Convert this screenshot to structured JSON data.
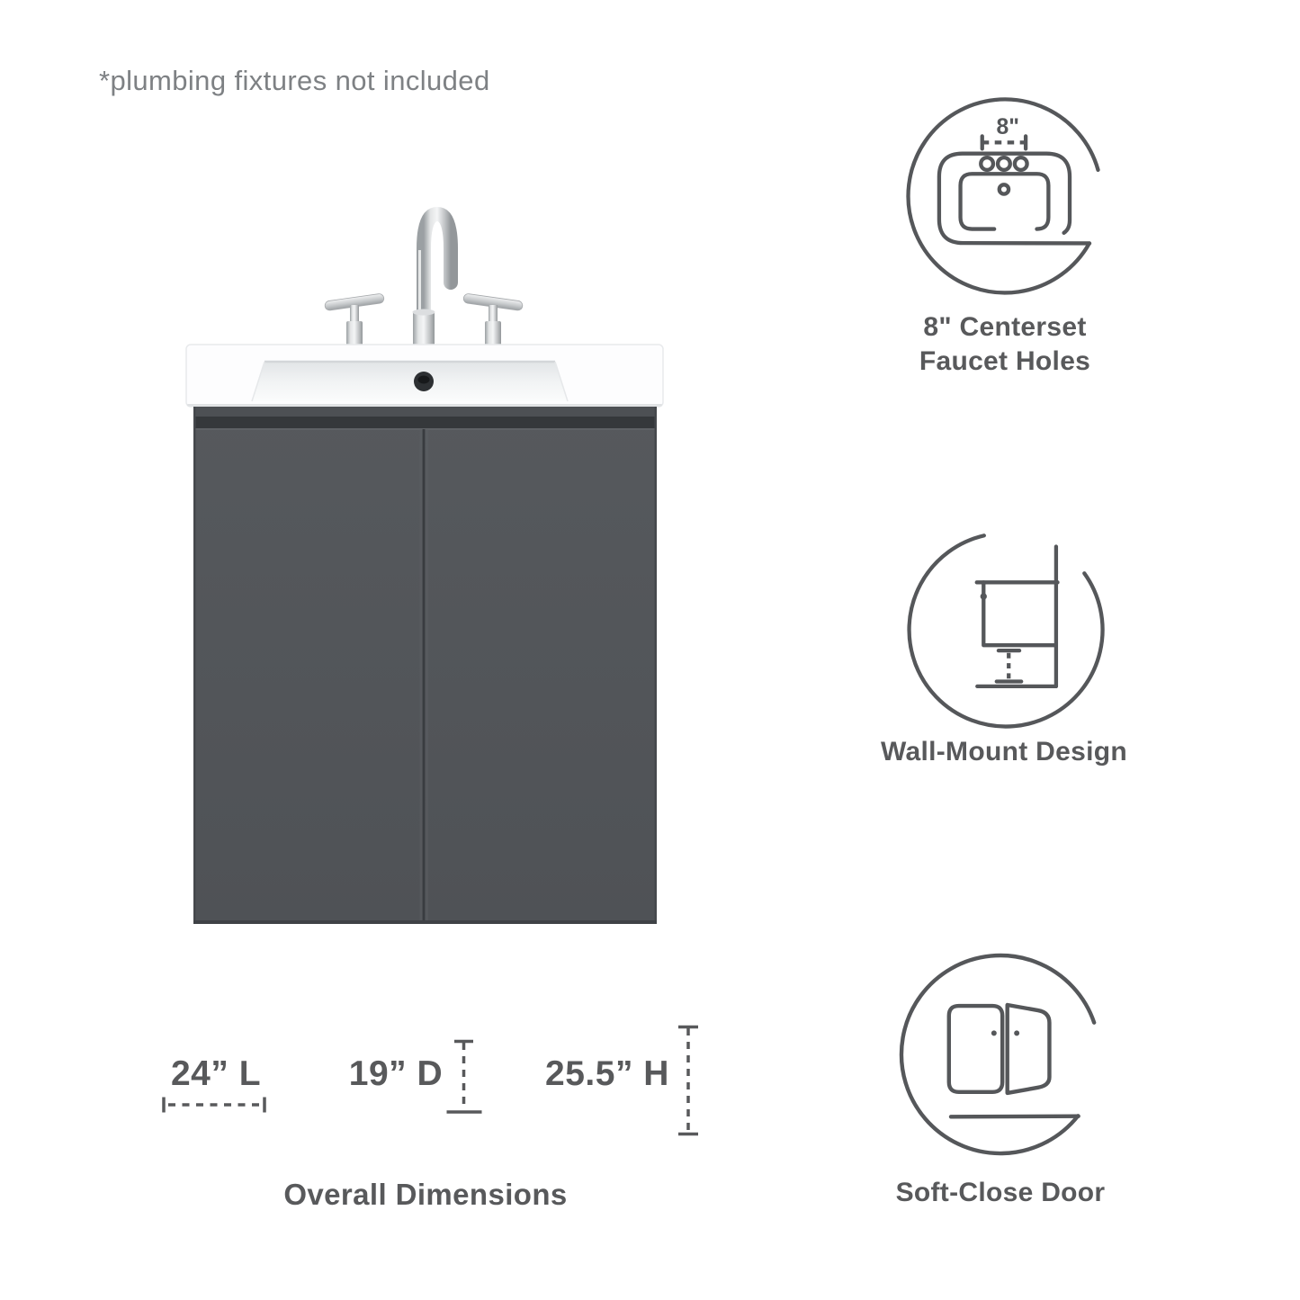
{
  "note": "*plumbing fixtures not included",
  "dimensions": {
    "title": "Overall Dimensions",
    "length": "24” L",
    "depth": "19” D",
    "height": "25.5” H"
  },
  "features": [
    {
      "id": "faucet-holes",
      "measurement": "8\"",
      "line1": "8\" Centerset",
      "line2": "Faucet Holes"
    },
    {
      "id": "wall-mount",
      "label": "Wall-Mount Design"
    },
    {
      "id": "soft-close",
      "label": "Soft-Close Door"
    }
  ],
  "colors": {
    "cabinet_gray": "#54575a",
    "cabinet_recess": "#35383b",
    "sink_white": "#fdfdfe",
    "metal_silver": "#c9ccce",
    "icon_line_gray": "#55575a",
    "text_gray": "#58595b",
    "note_gray": "#7e8184"
  }
}
